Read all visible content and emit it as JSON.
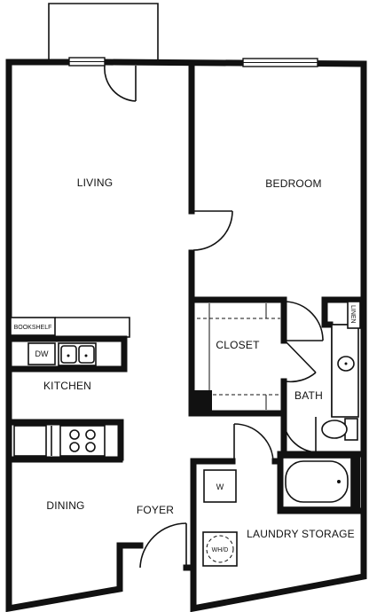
{
  "rooms": {
    "living": "LIVING",
    "bedroom": "BEDROOM",
    "closet": "CLOSET",
    "bath": "BATH",
    "kitchen": "KITCHEN",
    "dining": "DINING",
    "foyer": "FOYER",
    "laundry_storage": "LAUNDRY STORAGE"
  },
  "fixtures": {
    "bookshelf": "BOOKSHELF",
    "dishwasher": "DW",
    "linen": "LINEN",
    "washer": "W",
    "water_heater": "WH/D"
  }
}
